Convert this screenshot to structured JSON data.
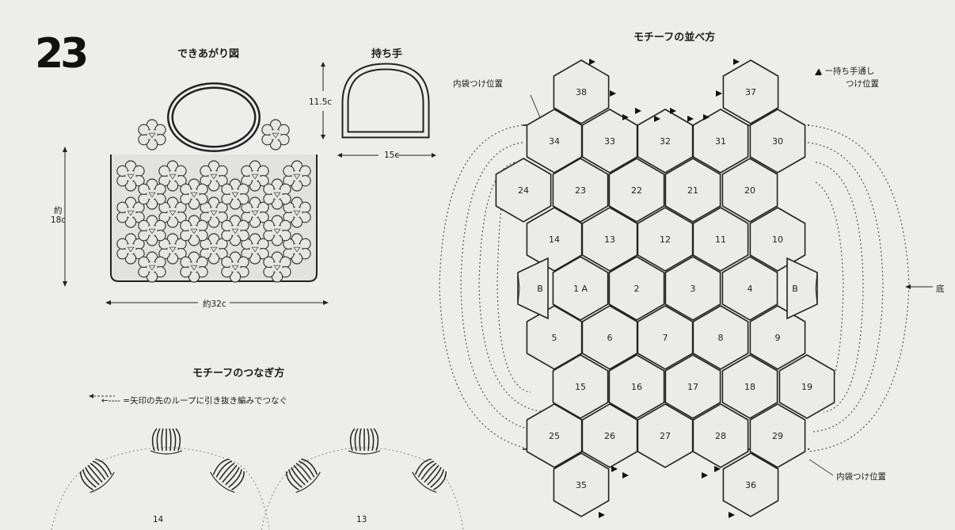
{
  "pattern_number": "23",
  "finished_view": {
    "title": "できあがり図",
    "height_label_line1": "約",
    "height_label_line2": "18c",
    "width_label": "約32c"
  },
  "handle": {
    "title": "持ち手",
    "height_label": "11.5c",
    "width_label": "15c"
  },
  "layout": {
    "title": "モチーフの並べ方",
    "inner_bag_label_top": "内袋つけ位置",
    "inner_bag_label_bottom": "内袋つけ位置",
    "legend_line1": "▲ ー持ち手通し",
    "legend_line2": "つけ位置",
    "fold_label": "底",
    "motifs": [
      "38",
      "37",
      "34",
      "33",
      "32",
      "31",
      "30",
      "24",
      "23",
      "22",
      "21",
      "20",
      "14",
      "13",
      "12",
      "11",
      "10",
      "B",
      "1 A",
      "2",
      "3",
      "4",
      "B",
      "5",
      "6",
      "7",
      "8",
      "9",
      "15",
      "16",
      "17",
      "18",
      "19",
      "25",
      "26",
      "27",
      "28",
      "29",
      "35",
      "36"
    ]
  },
  "joining": {
    "title": "モチーフのつなぎ方",
    "note": "←---- =矢印の先のループに引き抜き編みでつなぐ",
    "motif_labels": [
      "14",
      "13"
    ]
  }
}
